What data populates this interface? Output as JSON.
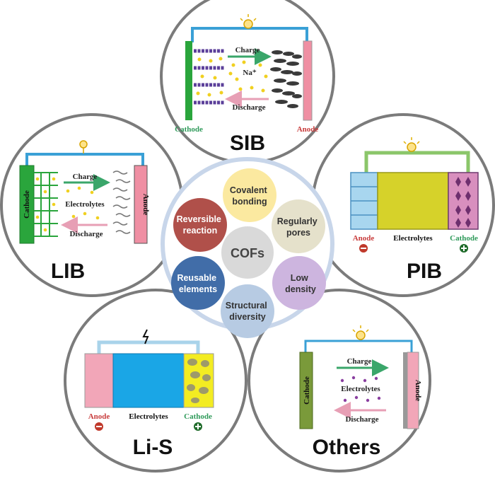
{
  "center": {
    "label": "COFs",
    "properties": [
      {
        "text": "Covalent bonding",
        "color": "#fbe9a0"
      },
      {
        "text": "Regularly pores",
        "color": "#e5e1cb"
      },
      {
        "text": "Low density",
        "color": "#cdb5df"
      },
      {
        "text": "Structural diversity",
        "color": "#b7cbe3"
      },
      {
        "text": "Reusable elements",
        "color": "#416da8"
      },
      {
        "text": "Reversible reaction",
        "color": "#b0504a"
      }
    ]
  },
  "batteries": {
    "sib": {
      "name": "SIB",
      "cathode": "Cathode",
      "anode": "Anode",
      "charge": "Charge",
      "discharge": "Discharge",
      "ion": "Na⁺"
    },
    "lib": {
      "name": "LIB",
      "cathode": "Cathode",
      "anode": "Anode",
      "charge": "Charge",
      "discharge": "Discharge",
      "electrolytes": "Electrolytes"
    },
    "pib": {
      "name": "PIB",
      "anode": "Anode",
      "cathode": "Cathode",
      "electrolytes": "Electrolytes"
    },
    "lis": {
      "name": "Li-S",
      "anode": "Anode",
      "cathode": "Cathode",
      "electrolytes": "Electrolytes"
    },
    "others": {
      "name": "Others",
      "cathode": "Cathode",
      "anode": "Anode",
      "charge": "Charge",
      "discharge": "Discharge",
      "electrolytes": "Electrolytes"
    }
  },
  "colors": {
    "outer_ring": "#7b7b7b",
    "center_ring": "#c8d6ea",
    "wire": "#3aa0d6",
    "charge_arrow": "#3aa66a",
    "discharge_arrow": "#e79fb5"
  }
}
